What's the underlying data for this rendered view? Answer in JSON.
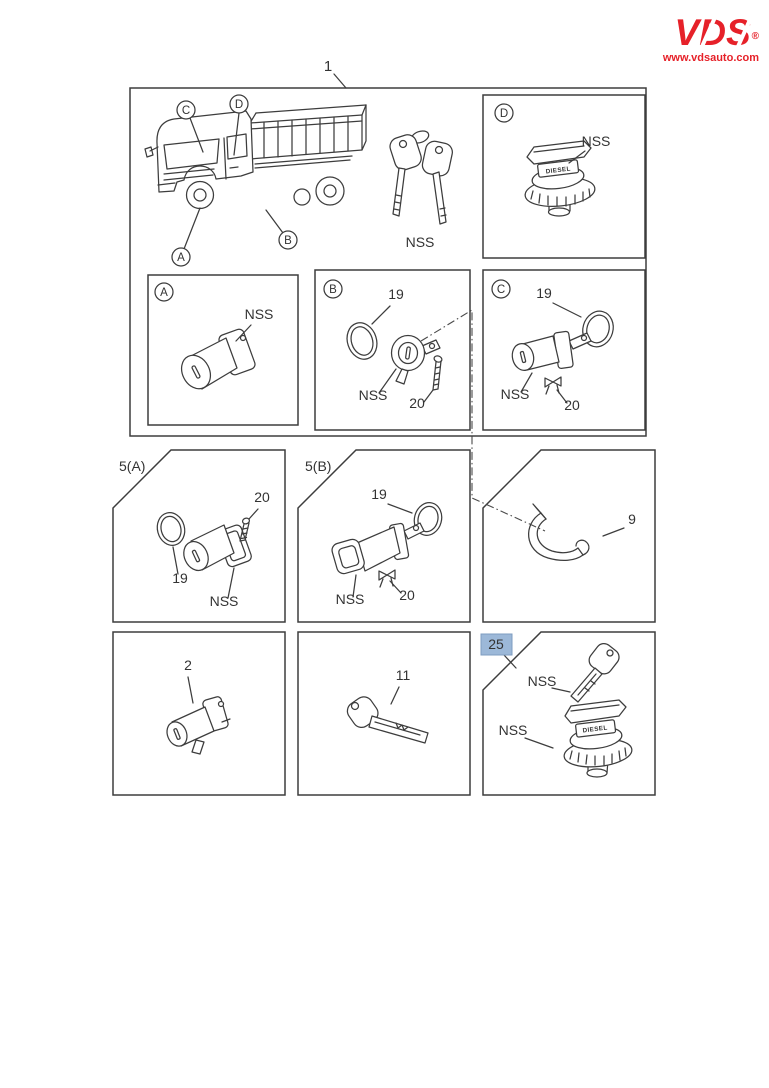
{
  "logo": {
    "brand": "VDS",
    "registered": "®",
    "url": "www.vdsauto.com"
  },
  "colors": {
    "accent_red": "#e62129",
    "highlight_fill": "#9cb8d8",
    "highlight_border": "#7e9cc0",
    "line": "#3d3d3d"
  },
  "assembly": {
    "ref": "1",
    "keys_label": "NSS",
    "callouts": {
      "a": "A",
      "b": "B",
      "c": "C",
      "d": "D"
    },
    "panel_d": {
      "callout": "D",
      "nss": "NSS",
      "cap_text": "DIESEL"
    },
    "panel_a": {
      "callout": "A",
      "nss": "NSS"
    },
    "panel_b": {
      "callout": "B",
      "ring": "19",
      "nss": "NSS",
      "screw": "20"
    },
    "panel_c": {
      "callout": "C",
      "ring": "19",
      "nss": "NSS",
      "screw": "20"
    }
  },
  "panel_5a": {
    "label": "5(A)",
    "screw": "20",
    "ring": "19",
    "nss": "NSS"
  },
  "panel_5b": {
    "label": "5(B)",
    "ring": "19",
    "screw": "20",
    "nss": "NSS"
  },
  "panel_9": {
    "label": "9"
  },
  "panel_2": {
    "label": "2"
  },
  "panel_11": {
    "label": "11"
  },
  "panel_25": {
    "label": "25",
    "key_nss": "NSS",
    "cap_nss": "NSS",
    "cap_text": "DIESEL"
  }
}
